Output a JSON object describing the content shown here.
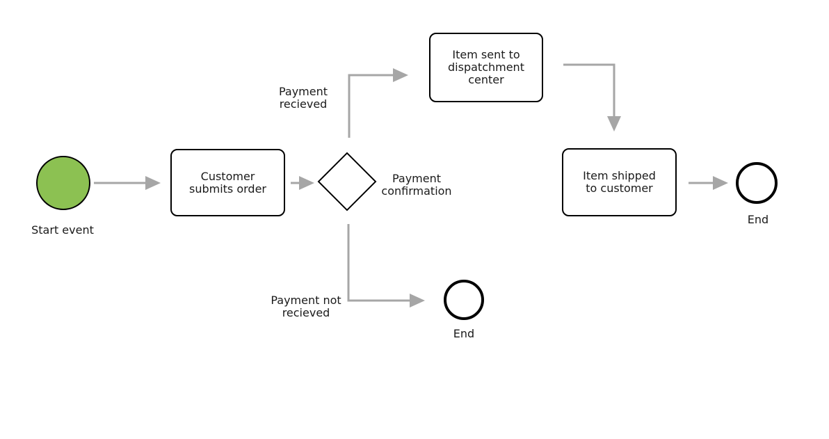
{
  "diagram": {
    "type": "flowchart",
    "colors": {
      "start_event_fill": "#8CC152",
      "shape_border": "#000000",
      "connector": "#A6A6A6",
      "text": "#1A1A1A",
      "background": "#FFFFFF"
    },
    "nodes": {
      "start": {
        "type": "start-event",
        "label": "Start event"
      },
      "customer_submits": {
        "type": "task",
        "label": "Customer submits order"
      },
      "payment_confirmation": {
        "type": "gateway",
        "label": "Payment confirmation"
      },
      "item_sent": {
        "type": "task",
        "label": "Item sent to dispatchment center"
      },
      "item_shipped": {
        "type": "task",
        "label": "Item shipped to customer"
      },
      "end_right": {
        "type": "end-event",
        "label": "End"
      },
      "end_bottom": {
        "type": "end-event",
        "label": "End"
      }
    },
    "edges": [
      {
        "from": "start",
        "to": "customer_submits",
        "label": ""
      },
      {
        "from": "customer_submits",
        "to": "payment_confirmation",
        "label": ""
      },
      {
        "from": "payment_confirmation",
        "to": "item_sent",
        "label": "Payment recieved"
      },
      {
        "from": "item_sent",
        "to": "item_shipped",
        "label": ""
      },
      {
        "from": "item_shipped",
        "to": "end_right",
        "label": ""
      },
      {
        "from": "payment_confirmation",
        "to": "end_bottom",
        "label": "Payment not recieved"
      }
    ]
  }
}
